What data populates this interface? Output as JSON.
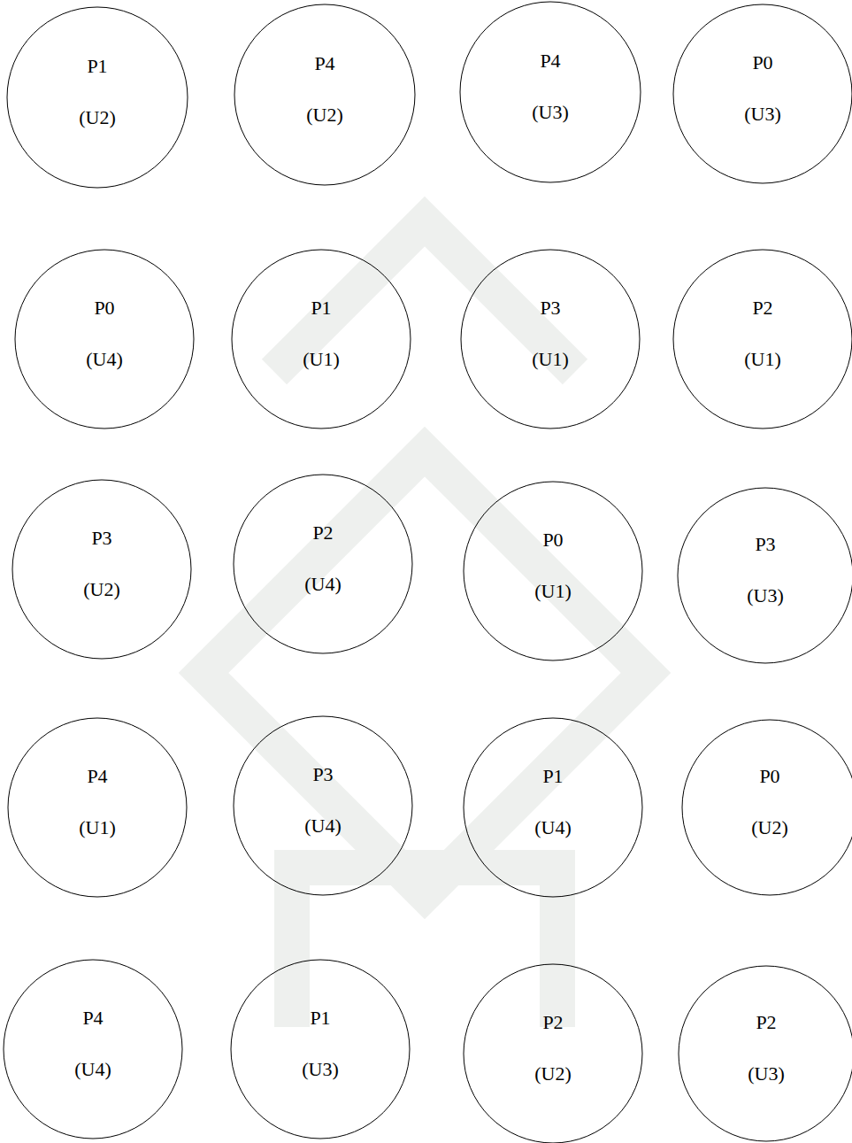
{
  "diagram": {
    "nodes": [
      {
        "text": [
          "P1",
          "(U2)"
        ]
      },
      {
        "text": [
          "P4",
          "(U2)"
        ]
      },
      {
        "text": [
          "P4",
          "(U3)"
        ]
      },
      {
        "text": [
          "P0",
          "(U3)"
        ]
      },
      {
        "text": [
          "P0",
          "(U4)"
        ]
      },
      {
        "text": [
          "P1",
          "(U1)"
        ]
      },
      {
        "text": [
          "P3",
          "(U1)"
        ]
      },
      {
        "text": [
          "P2",
          "(U1)"
        ]
      },
      {
        "text": [
          "P3",
          "(U2)"
        ]
      },
      {
        "text": [
          "P2",
          "(U4)"
        ]
      },
      {
        "text": [
          "P0",
          "(U1)"
        ]
      },
      {
        "text": [
          "P3",
          "(U3)"
        ]
      },
      {
        "text": [
          "P4",
          "(U1)"
        ]
      },
      {
        "text": [
          "P3",
          "(U4)"
        ]
      },
      {
        "text": [
          "P1",
          "(U4)"
        ]
      },
      {
        "text": [
          "P0",
          "(U2)"
        ]
      },
      {
        "text": [
          "P4",
          "(U4)"
        ]
      },
      {
        "text": [
          "P1",
          "(U3)"
        ]
      },
      {
        "text": [
          "P2",
          "(U2)"
        ]
      },
      {
        "text": [
          "P2",
          "(U3)"
        ]
      }
    ]
  }
}
